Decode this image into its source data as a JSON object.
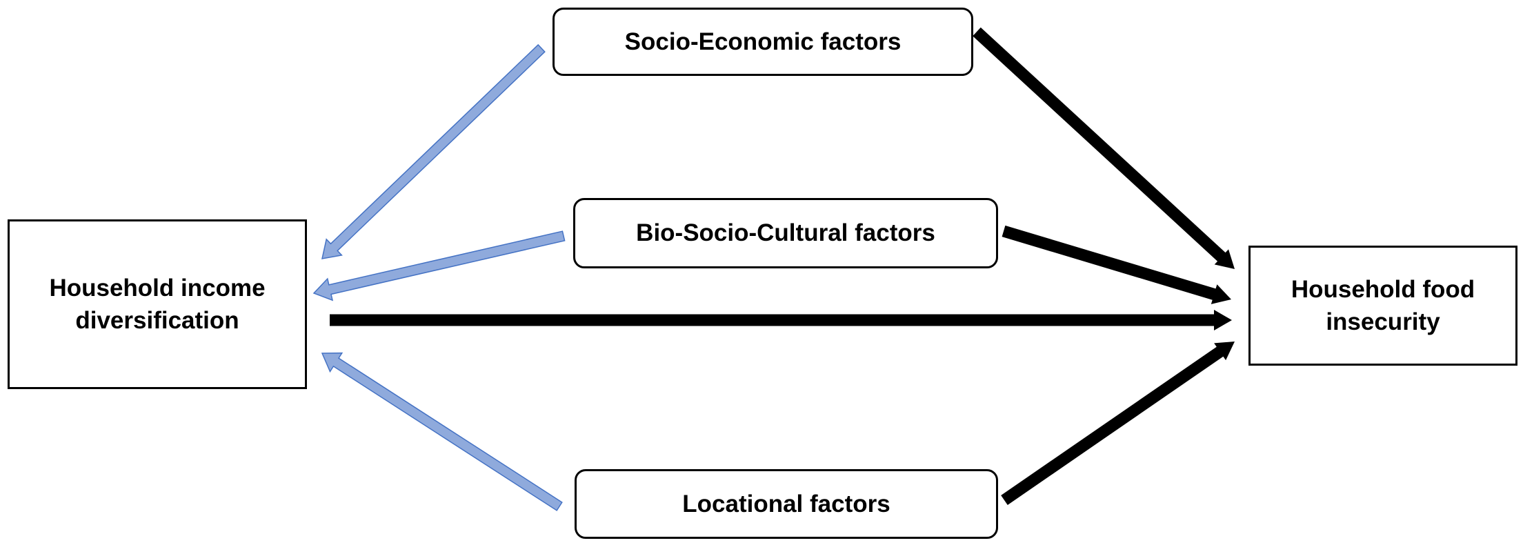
{
  "diagram": {
    "nodes": {
      "socio_economic": {
        "label": "Socio-Economic factors"
      },
      "bio_socio_cultural": {
        "label": "Bio-Socio-Cultural factors"
      },
      "locational": {
        "label": "Locational factors"
      },
      "income_diversification": {
        "label": "Household income\ndiversification"
      },
      "food_insecurity": {
        "label": "Household food\ninsecurity"
      }
    },
    "edges": [
      {
        "from": "socio_economic",
        "to": "income_diversification",
        "style": "blue"
      },
      {
        "from": "bio_socio_cultural",
        "to": "income_diversification",
        "style": "blue"
      },
      {
        "from": "locational",
        "to": "income_diversification",
        "style": "blue"
      },
      {
        "from": "socio_economic",
        "to": "food_insecurity",
        "style": "black"
      },
      {
        "from": "bio_socio_cultural",
        "to": "food_insecurity",
        "style": "black"
      },
      {
        "from": "locational",
        "to": "food_insecurity",
        "style": "black"
      },
      {
        "from": "income_diversification",
        "to": "food_insecurity",
        "style": "black"
      }
    ],
    "colors": {
      "blue_arrow_fill": "#8faadc",
      "blue_arrow_stroke": "#4472c4",
      "black_arrow": "#000000",
      "box_border": "#000000"
    }
  }
}
